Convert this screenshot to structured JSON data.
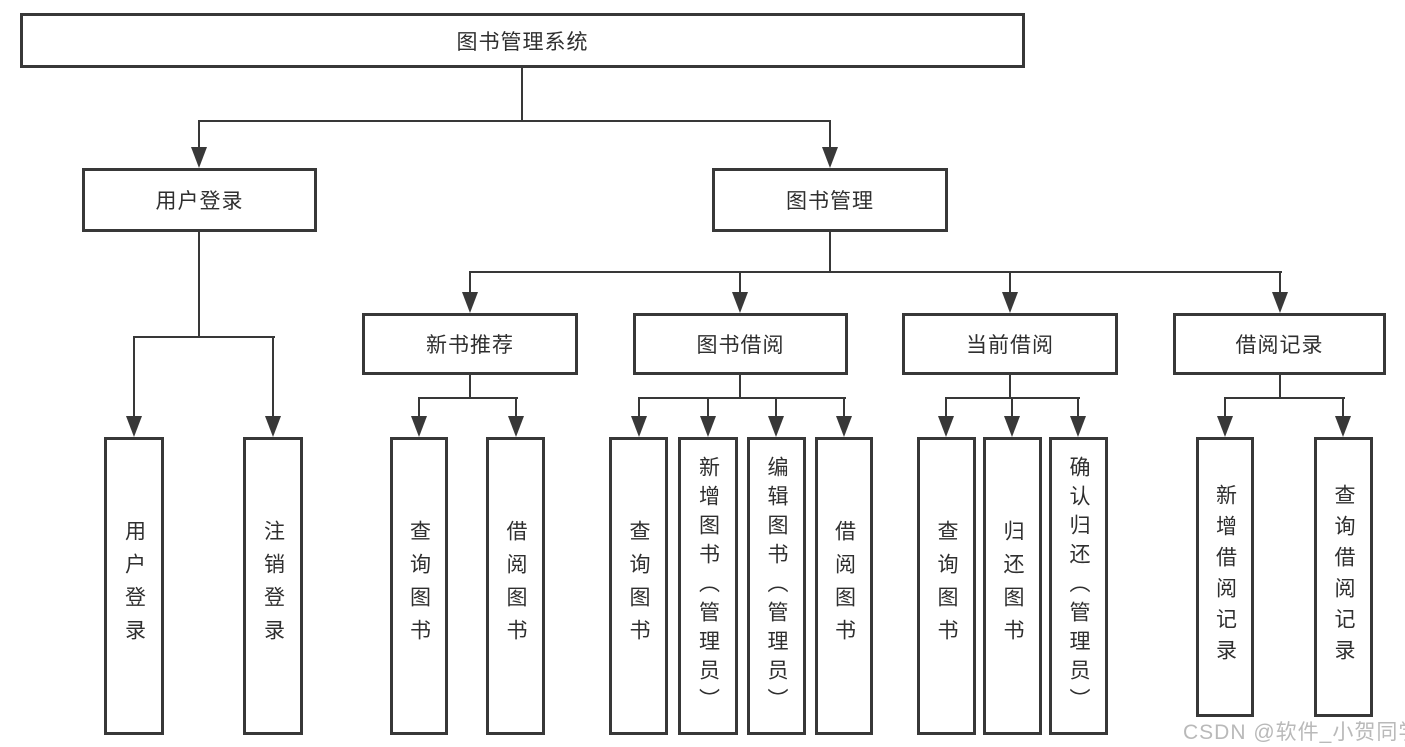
{
  "diagram_title": "图书管理系统",
  "tree": {
    "label": "图书管理系统",
    "children": [
      {
        "label": "用户登录",
        "children": [
          {
            "label": "用户登录"
          },
          {
            "label": "注销登录"
          }
        ]
      },
      {
        "label": "图书管理",
        "children": [
          {
            "label": "新书推荐",
            "children": [
              {
                "label": "查询图书"
              },
              {
                "label": "借阅图书"
              }
            ]
          },
          {
            "label": "图书借阅",
            "children": [
              {
                "label": "查询图书"
              },
              {
                "label": "新增图书（管理员）"
              },
              {
                "label": "编辑图书（管理员）"
              },
              {
                "label": "借阅图书"
              }
            ]
          },
          {
            "label": "当前借阅",
            "children": [
              {
                "label": "查询图书"
              },
              {
                "label": "归还图书"
              },
              {
                "label": "确认归还（管理员）"
              }
            ]
          },
          {
            "label": "借阅记录",
            "children": [
              {
                "label": "新增借阅记录"
              },
              {
                "label": "查询借阅记录"
              }
            ]
          }
        ]
      }
    ]
  },
  "watermark": {
    "text": "CSDN @软件_小贺同学"
  },
  "colors": {
    "line": "#383838",
    "box_border": "#383838",
    "text": "#2f2f2f",
    "background": "#ffffff",
    "watermark": "#b9b9b9"
  }
}
